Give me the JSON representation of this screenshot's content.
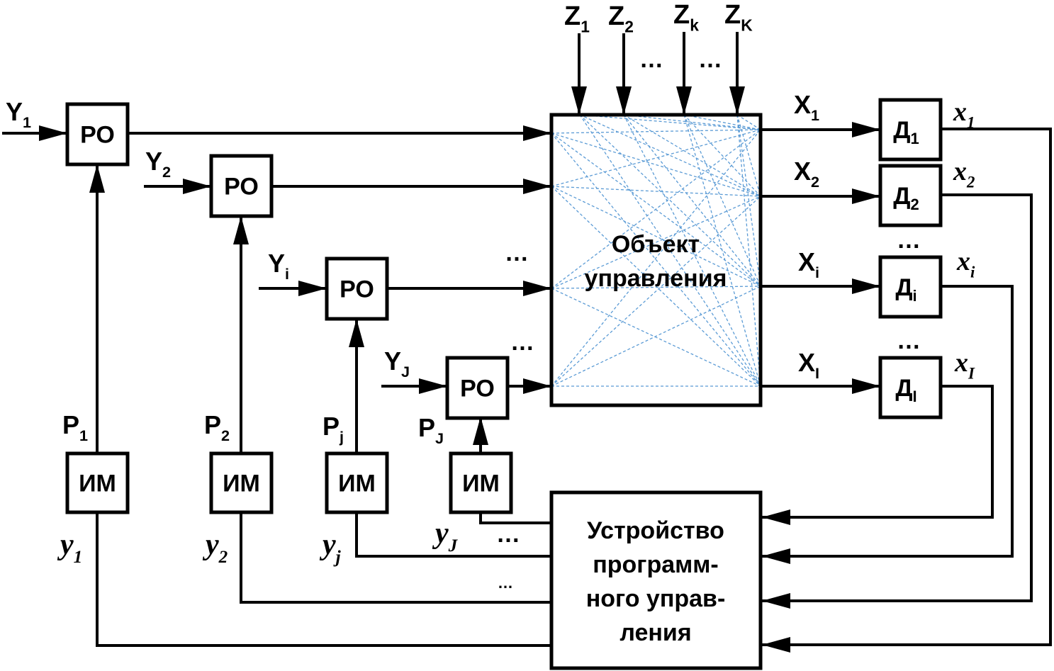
{
  "regulator_label": "РО",
  "actuator_label": "ИМ",
  "sensor_label": "Д",
  "object": {
    "line1": "Объект",
    "line2": "управления"
  },
  "controller": {
    "line1": "Устройство",
    "line2": "программ-",
    "line3": "ного управ-",
    "line4": "ления"
  },
  "setpoints": [
    {
      "base": "Y",
      "sub": "1"
    },
    {
      "base": "Y",
      "sub": "2"
    },
    {
      "base": "Y",
      "sub": "i"
    },
    {
      "base": "Y",
      "sub": "J"
    }
  ],
  "disturbances": [
    {
      "base": "Z",
      "sub": "1"
    },
    {
      "base": "Z",
      "sub": "2"
    },
    {
      "base": "Z",
      "sub": "k"
    },
    {
      "base": "Z",
      "sub": "K"
    }
  ],
  "outputs": [
    {
      "base": "X",
      "sub": "1"
    },
    {
      "base": "X",
      "sub": "2"
    },
    {
      "base": "X",
      "sub": "i"
    },
    {
      "base": "X",
      "sub": "I"
    }
  ],
  "sensor_subs": [
    "1",
    "2",
    "i",
    "I"
  ],
  "measured": [
    {
      "base": "x",
      "sub": "1"
    },
    {
      "base": "x",
      "sub": "2"
    },
    {
      "base": "x",
      "sub": "i"
    },
    {
      "base": "x",
      "sub": "I"
    }
  ],
  "actions": [
    {
      "base": "P",
      "sub": "1"
    },
    {
      "base": "P",
      "sub": "2"
    },
    {
      "base": "P",
      "sub": "j"
    },
    {
      "base": "P",
      "sub": "J"
    }
  ],
  "commands": [
    {
      "base": "y",
      "sub": "1"
    },
    {
      "base": "y",
      "sub": "2"
    },
    {
      "base": "y",
      "sub": "j"
    },
    {
      "base": "y",
      "sub": "J"
    }
  ],
  "ellipsis": "…",
  "colors": {
    "cross_links": "#5b9bd5"
  }
}
